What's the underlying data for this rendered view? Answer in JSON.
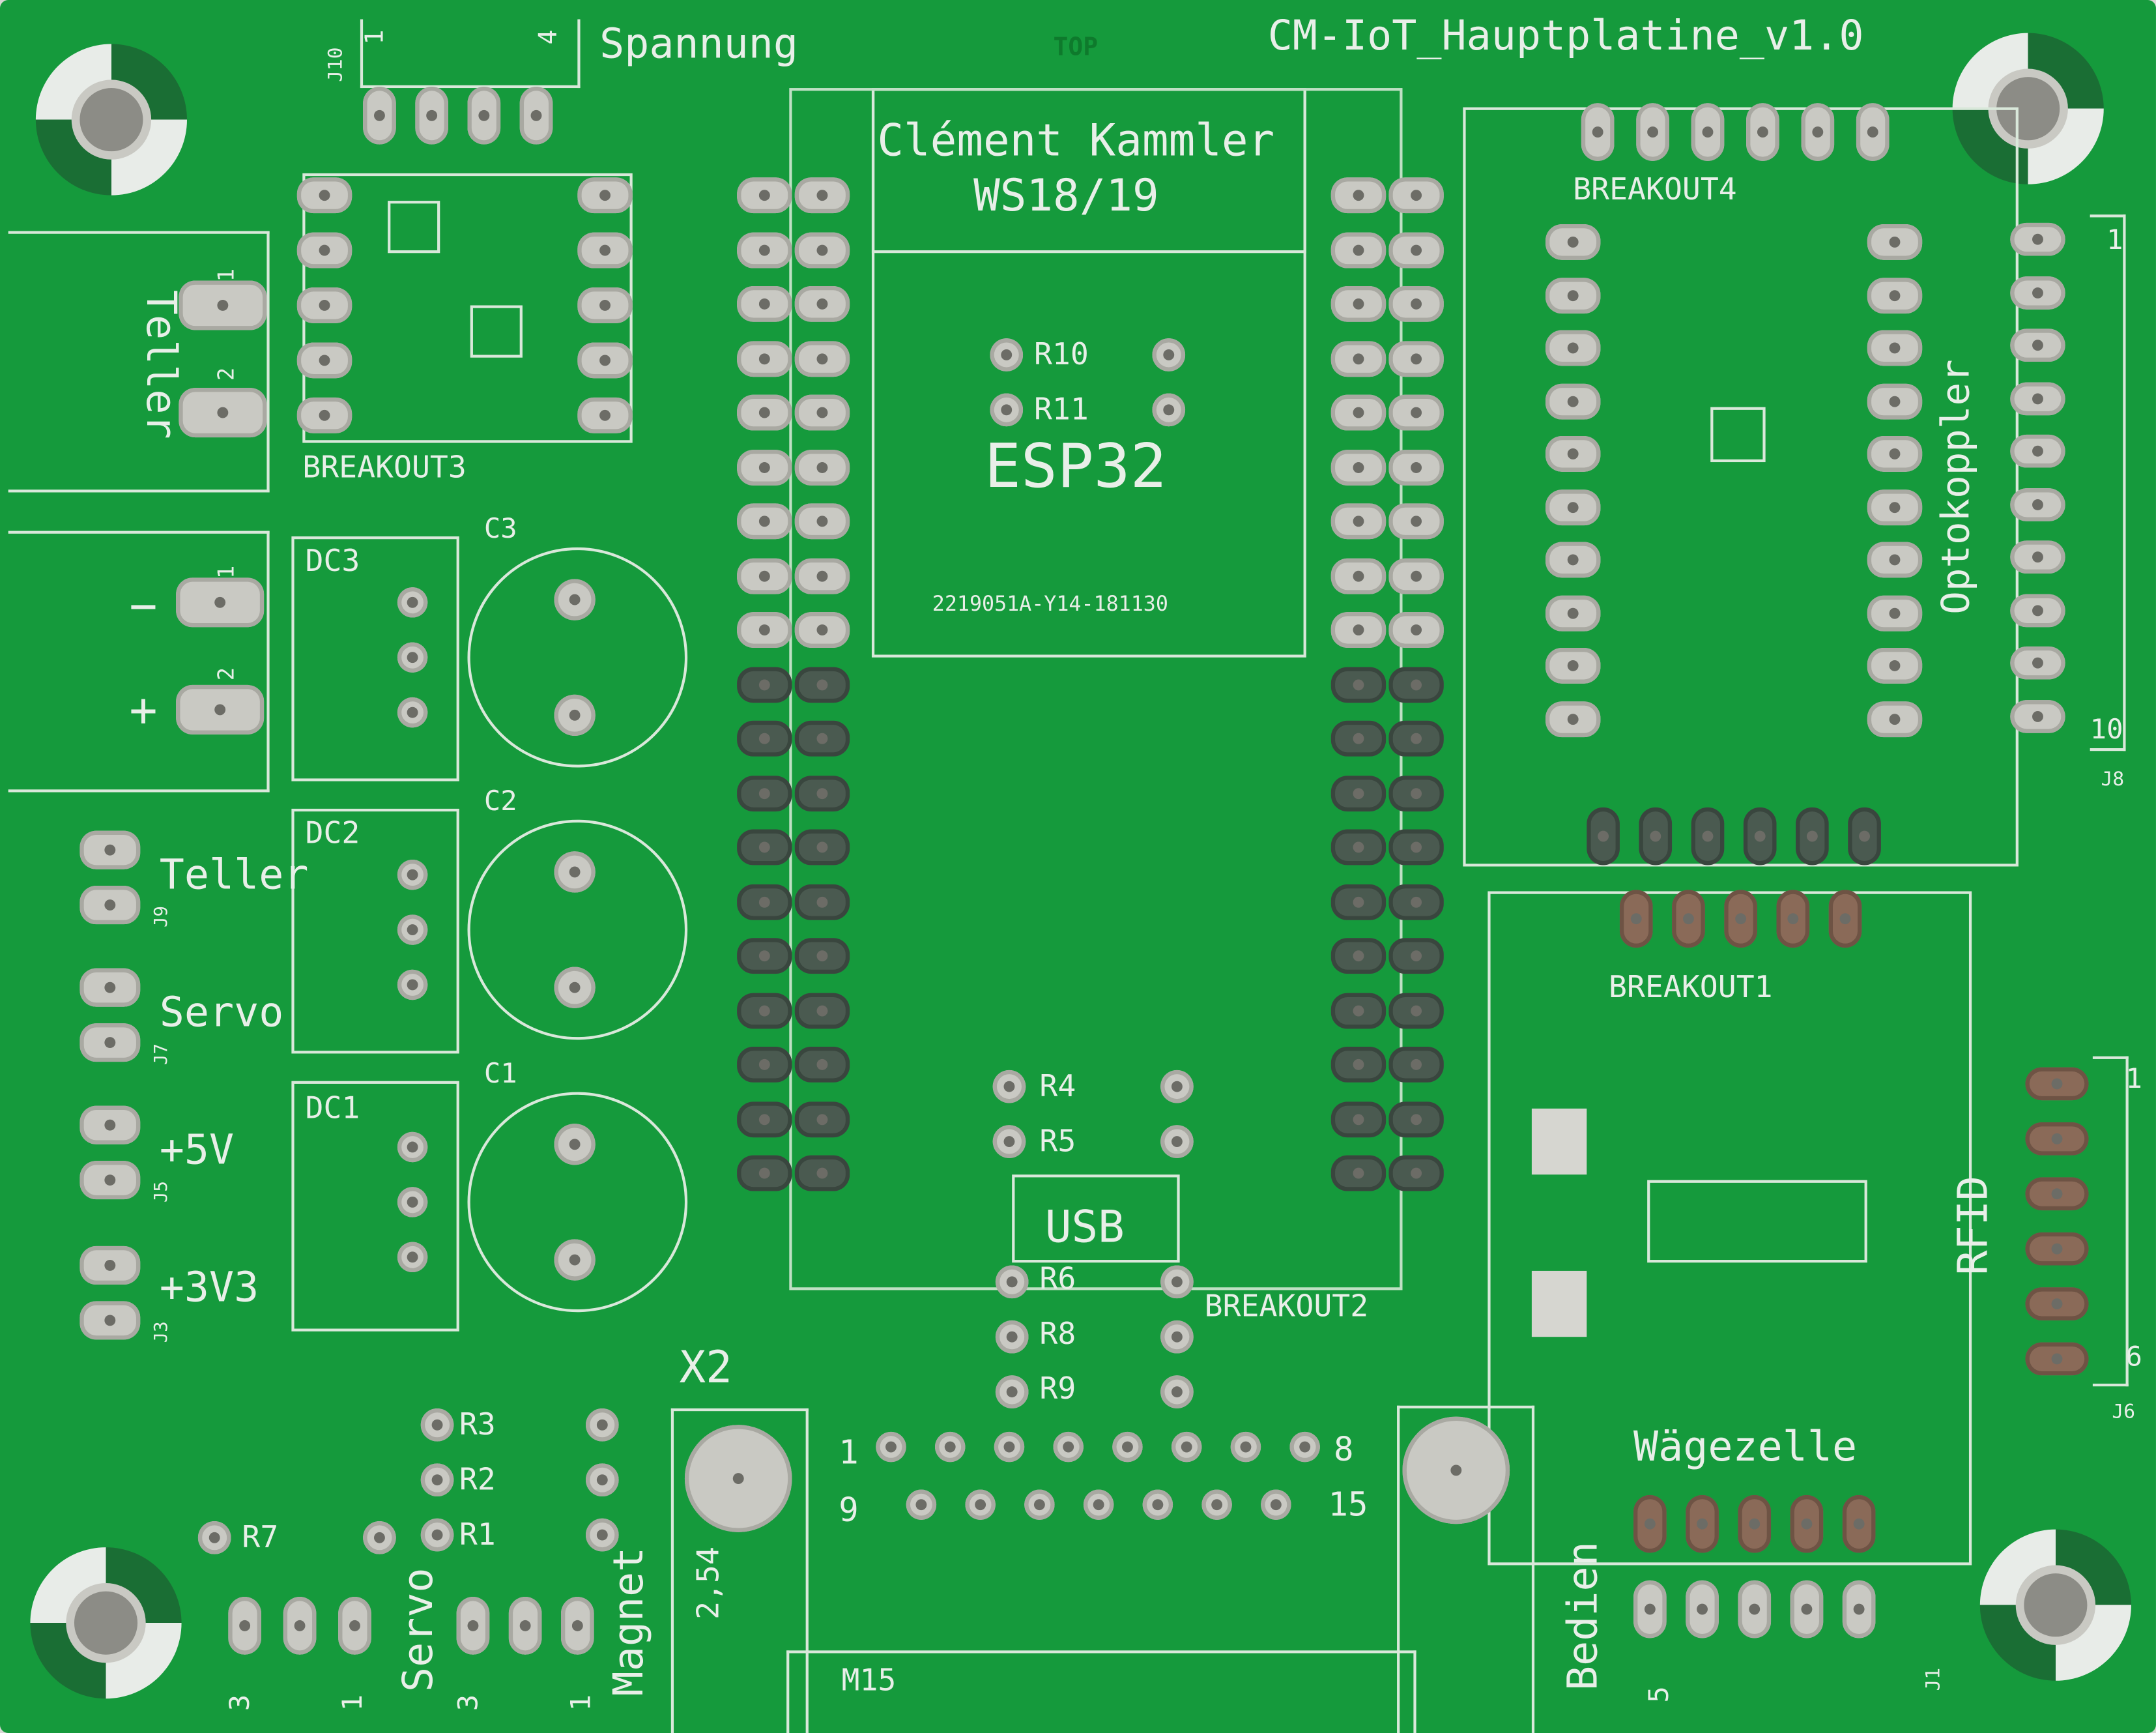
{
  "board": {
    "title": "CM-IoT_Hauptplatine_v1.0",
    "layer": "TOP",
    "author": "Clément Kammler",
    "semester": "WS18/19",
    "module": "ESP32",
    "fab_code": "2219051A-Y14-181130",
    "colors": {
      "soldermask": "#159a3c",
      "silkscreen": "#e8efe8",
      "pad": "#c9c9c3"
    }
  },
  "labels": {
    "spannung": "Spannung",
    "j10": "J10",
    "j10_pin1": "1",
    "j10_pin4": "4",
    "breakout3": "BREAKOUT3",
    "breakout4": "BREAKOUT4",
    "breakout1": "BREAKOUT1",
    "breakout2": "BREAKOUT2",
    "teller_terminal": "Teller",
    "pin1": "1",
    "pin2": "2",
    "minus": "−",
    "plus": "+",
    "dc3": "DC3",
    "dc2": "DC2",
    "dc1": "DC1",
    "c3": "C3",
    "c2": "C2",
    "c1": "C1",
    "r10": "R10",
    "r11": "R11",
    "r4": "R4",
    "r5": "R5",
    "r6": "R6",
    "r8": "R8",
    "r9": "R9",
    "r3": "R3",
    "r2": "R2",
    "r1": "R1",
    "r7": "R7",
    "usb": "USB",
    "optokoppler": "Optokoppler",
    "j8": "J8",
    "j8_pin1": "1",
    "j8_pin10": "10",
    "teller": "Teller",
    "servo": "Servo",
    "v5": "+5V",
    "v3": "+3V3",
    "j9": "J9",
    "j7": "J7",
    "j5": "J5",
    "j3": "J3",
    "rfid": "RFID",
    "j6": "J6",
    "j6_pin1": "1",
    "j6_pin6": "6",
    "waegezelle": "Wägezelle",
    "x2": "X2",
    "pitch": "2,54",
    "m15": "M15",
    "dsub_1": "1",
    "dsub_8": "8",
    "dsub_9": "9",
    "dsub_15": "15",
    "servo_bottom": "Servo",
    "magnet": "Magnet",
    "bedien": "Bedien",
    "j1": "J1",
    "j1_pin5": "5",
    "pin3": "3"
  }
}
